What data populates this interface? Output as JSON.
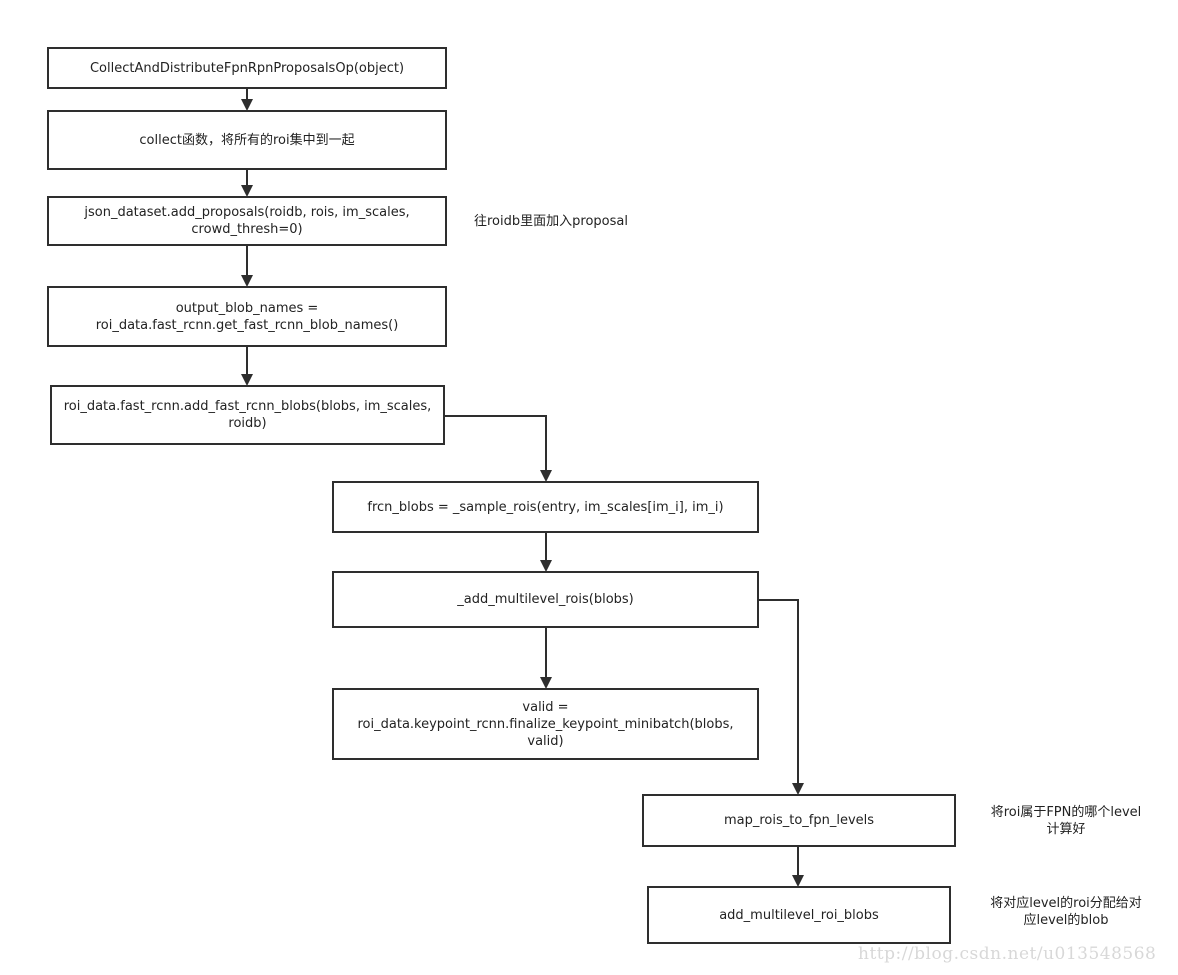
{
  "nodes": {
    "collect_distribute_op": {
      "lines": [
        "CollectAndDistributeFpnRpnProposalsOp(object)"
      ]
    },
    "collect_fn": {
      "lines": [
        "collect函数，将所有的roi集中到一起"
      ]
    },
    "add_proposals": {
      "lines": [
        "json_dataset.add_proposals(roidb, rois, im_scales,",
        "crowd_thresh=0)"
      ]
    },
    "output_blob_names": {
      "lines": [
        "output_blob_names =",
        "roi_data.fast_rcnn.get_fast_rcnn_blob_names()"
      ]
    },
    "add_fast_rcnn_blobs": {
      "lines": [
        "roi_data.fast_rcnn.add_fast_rcnn_blobs(blobs, im_scales,",
        "roidb)"
      ]
    },
    "frcn_blobs": {
      "lines": [
        "frcn_blobs = _sample_rois(entry, im_scales[im_i], im_i)"
      ]
    },
    "add_multilevel_rois": {
      "lines": [
        "_add_multilevel_rois(blobs)"
      ]
    },
    "valid": {
      "lines": [
        "valid =",
        "roi_data.keypoint_rcnn.finalize_keypoint_minibatch(blobs, valid)"
      ]
    },
    "map_rois": {
      "lines": [
        "map_rois_to_fpn_levels"
      ]
    },
    "add_multilevel_roi_blobs": {
      "lines": [
        "add_multilevel_roi_blobs"
      ]
    }
  },
  "notes": {
    "add_proposals_note": [
      "往roidb里面加入proposal"
    ],
    "map_rois_note": [
      "将roi属于FPN的哪个level",
      "计算好"
    ],
    "roi_blobs_note": [
      "将对应level的roi分配给对",
      "应level的blob"
    ]
  },
  "watermark": "http://blog.csdn.net/u013548568",
  "colors": {
    "stroke": "#2e2e2e",
    "text": "#222222",
    "watermark": "#d8d8d8"
  }
}
